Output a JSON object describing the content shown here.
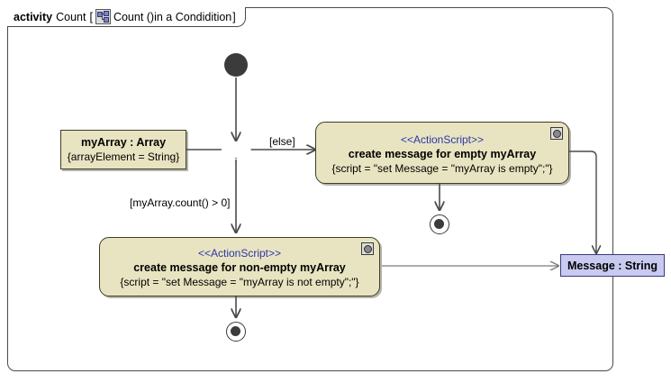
{
  "diagram": {
    "frame": {
      "keyword": "activity",
      "name": "Count",
      "bracket_open": "[",
      "bracket_close": "]",
      "icon": "activity-icon",
      "qualified_name": "Count ()in a Condidition"
    },
    "nodes": {
      "initial": {
        "label": "initial-node"
      },
      "decision": {
        "label": "decision-node"
      },
      "input_object": {
        "title": "myArray : Array",
        "attribute": "{arrayElement = String}"
      },
      "action_empty": {
        "stereotype": "<<ActionScript>>",
        "name": "create message for empty myArray",
        "script": "{script = \"set Message = \"myArray is empty\";\"}",
        "corner_icon": "action-script-icon"
      },
      "action_nonempty": {
        "stereotype": "<<ActionScript>>",
        "name": "create message for non-empty myArray",
        "script": "{script = \"set Message = \"myArray is not empty\";\"}",
        "corner_icon": "action-script-icon"
      },
      "result_object": {
        "title": "Message : String"
      },
      "final_upper": {
        "label": "activity-final-node"
      },
      "final_lower": {
        "label": "activity-final-node"
      }
    },
    "guards": {
      "else": "[else]",
      "count_gt_zero": "[myArray.count() > 0]"
    },
    "colors": {
      "node_fill": "#e8e4c1",
      "node_border": "#3c3c28",
      "stereotype_text": "#2b36a8",
      "result_fill": "#c9caf0",
      "result_border": "#3a3a7a",
      "edge": "#4a4a4a",
      "frame_border": "#4a4a4a",
      "solid_node": "#3b3b3b"
    }
  }
}
